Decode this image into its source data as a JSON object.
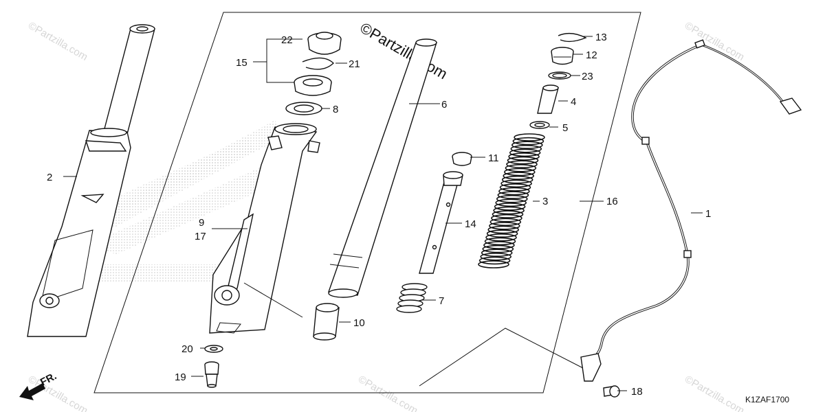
{
  "watermarks": {
    "main": "©Partzilla.com",
    "faint": "©Partzilla.com"
  },
  "diagram_code": "K1ZAF1700",
  "direction": {
    "label": "FR."
  },
  "callouts": {
    "c1": "1",
    "c2": "2",
    "c3": "3",
    "c4": "4",
    "c5": "5",
    "c6": "6",
    "c7": "7",
    "c8": "8",
    "c9": "9",
    "c10": "10",
    "c11": "11",
    "c12": "12",
    "c13": "13",
    "c14": "14",
    "c15": "15",
    "c16": "16",
    "c17": "17",
    "c18": "18",
    "c19": "19",
    "c20": "20",
    "c21": "21",
    "c22": "22",
    "c23": "23"
  },
  "colors": {
    "line": "#111111",
    "background": "#ffffff",
    "watermark": "#d6d6d6",
    "honda_pattern": "#c8c8c8"
  }
}
